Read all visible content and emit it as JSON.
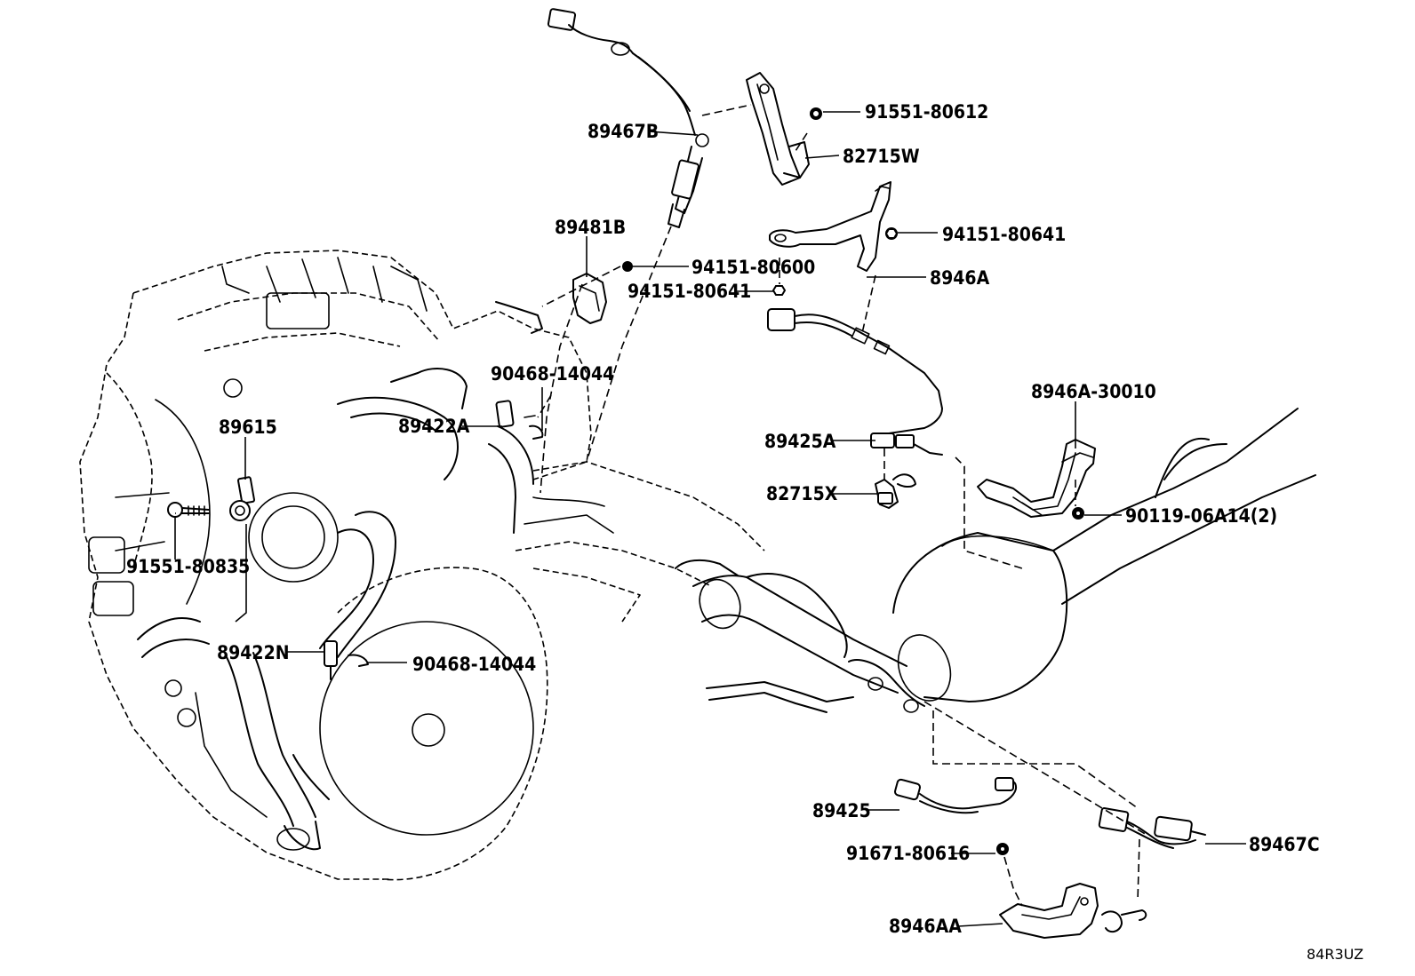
{
  "callouts": {
    "p89467B": "89467B",
    "p91551_80612": "91551-80612",
    "p82715W": "82715W",
    "p89481B": "89481B",
    "p94151_80641_a": "94151-80641",
    "p94151_80600": "94151-80600",
    "p8946A": "8946A",
    "p94151_80641_b": "94151-80641",
    "p90468_14044_a": "90468-14044",
    "p89422A": "89422A",
    "p89615": "89615",
    "p8946A_30010": "8946A-30010",
    "p89425A": "89425A",
    "p82715X": "82715X",
    "p90119_06A14": "90119-06A14(2)",
    "p91551_80835": "91551-80835",
    "p89422N": "89422N",
    "p90468_14044_b": "90468-14044",
    "p89425": "89425",
    "p89467C": "89467C",
    "p91671_80616": "91671-80616",
    "p8946AA": "8946AA"
  },
  "illustration_code": "84R3UZ"
}
